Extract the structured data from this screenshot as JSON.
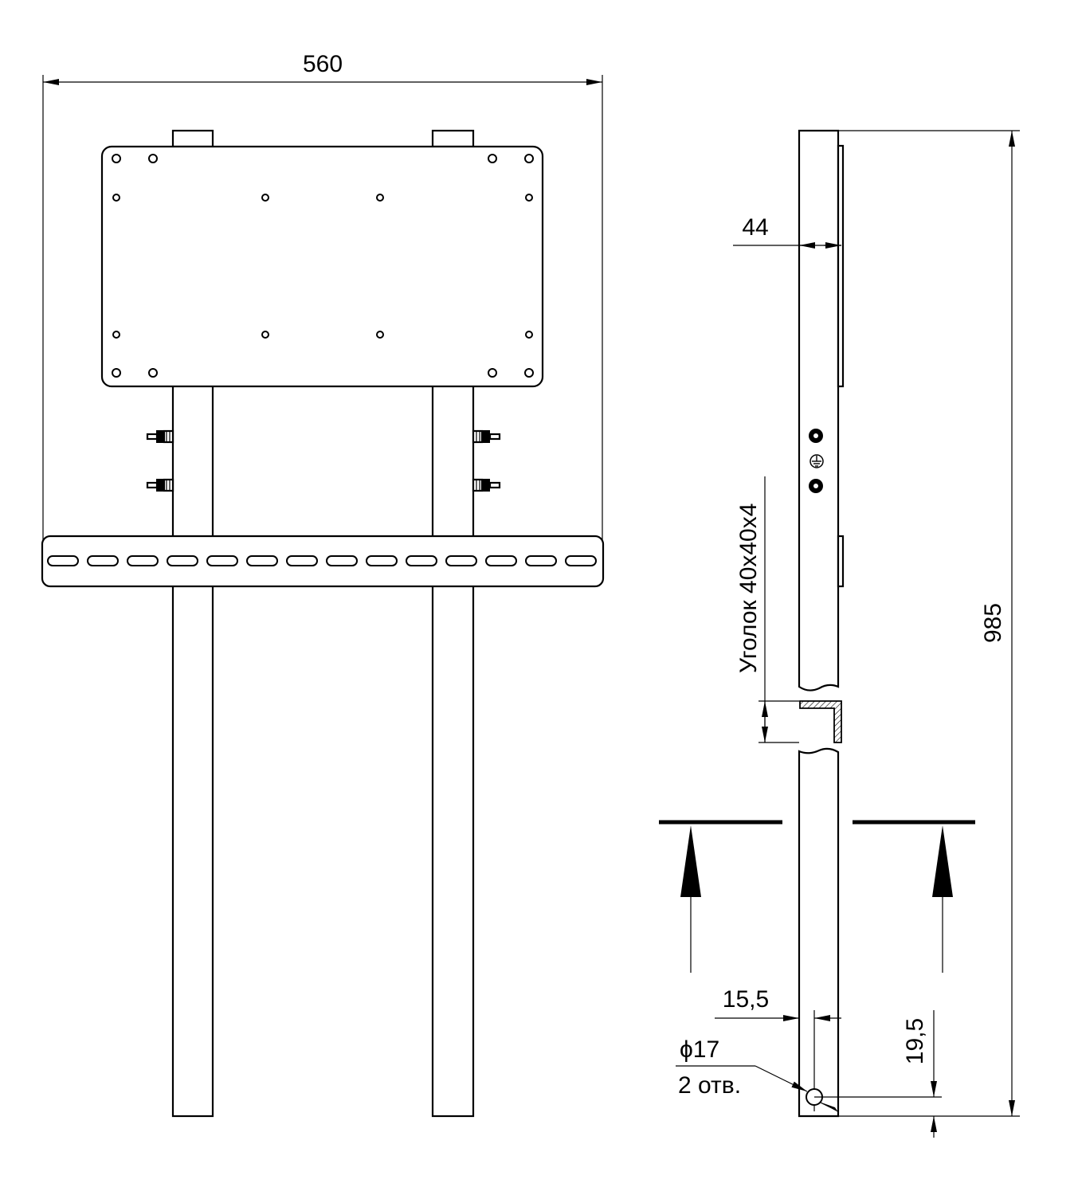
{
  "dimensions": {
    "overall_width": "560",
    "overall_height": "985",
    "profile_depth": "44",
    "hole_offset_horizontal": "15,5",
    "hole_offset_vertical": "19,5"
  },
  "callouts": {
    "angle_profile": "Уголок 40х40х4",
    "hole_diameter": "ϕ17",
    "hole_count": "2 отв."
  }
}
